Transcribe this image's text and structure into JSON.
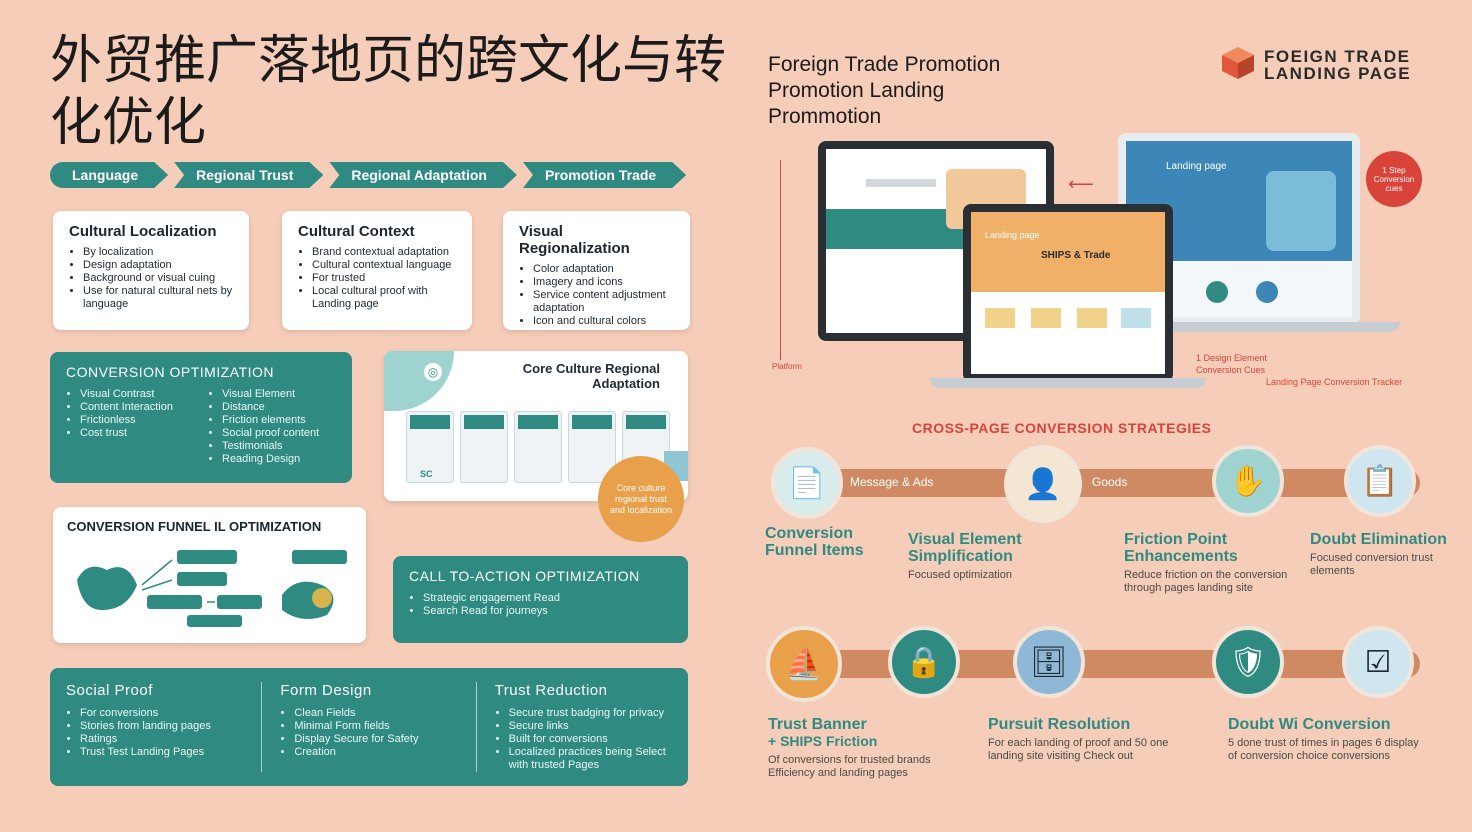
{
  "title": "外贸推广落地页的跨文化与转化优化",
  "steps": [
    "Language",
    "Regional Trust",
    "Regional Adaptation",
    "Promotion Trade"
  ],
  "cards": [
    {
      "title": "Cultural Localization",
      "items": [
        "By localization",
        "Design adaptation",
        "Background or visual cuing",
        "Use for natural cultural nets by language"
      ]
    },
    {
      "title": "Cultural Context",
      "items": [
        "Brand contextual adaptation",
        "Cultural contextual language",
        "For trusted",
        "Local cultural proof with Landing page"
      ]
    },
    {
      "title": "Visual Regionalization",
      "items": [
        "Color adaptation",
        "Imagery and icons",
        "Service content adjustment adaptation",
        "Icon and cultural colors"
      ]
    }
  ],
  "conversion_opt": {
    "title": "CONVERSION OPTIMIZATION",
    "col1": [
      "Visual Contrast",
      "Content Interaction",
      "Frictionless",
      "Cost trust"
    ],
    "col2": [
      "Visual Element",
      "Distance",
      "Friction elements",
      "Social proof content",
      "Testimonials",
      "Reading Design"
    ]
  },
  "core_culture": {
    "title": "Core Culture Regional Adaptation",
    "badge": "Core culture regional trust and localization",
    "mini_label": "SC"
  },
  "funnel": {
    "title": "CONVERSION FUNNEL IL OPTIMIZATION"
  },
  "cta": {
    "title": "CALL TO-ACTION OPTIMIZATION",
    "items": [
      "Strategic engagement Read",
      "Search Read for journeys"
    ]
  },
  "bottom": [
    {
      "title": "Social Proof",
      "items": [
        "For conversions",
        "Stories from landing pages",
        "Ratings",
        "Trust Test Landing Pages"
      ]
    },
    {
      "title": "Form Design",
      "items": [
        "Clean Fields",
        "Minimal Form fields",
        "Display Secure for Safety",
        "Creation"
      ]
    },
    {
      "title": "Trust Reduction",
      "items": [
        "Secure trust badging for privacy",
        "Secure links",
        "Built for conversions",
        "Localized practices being Select with trusted Pages"
      ]
    }
  ],
  "right_title": [
    "Foreign Trade Promotion",
    "Promotion Landing",
    "Prommotion"
  ],
  "logo": {
    "line1": "FOEIGN TRADE",
    "line2": "LANDING PAGE",
    "color": "#e0573a"
  },
  "badge_red": "1 Step Conversion cues",
  "annotations": [
    "1 Design Element",
    "Conversion Cues",
    "Landing Page Conversion Tracker"
  ],
  "annot_left": "Platform",
  "laptop_text": {
    "a": "Landing page",
    "b": "SHIPS & Trade",
    "c": "Landing page"
  },
  "strategies": {
    "title": "CROSS-PAGE CONVERSION STRATEGIES",
    "bar_labels": [
      "Message & Ads",
      "Goods"
    ],
    "row1": [
      {
        "title": "Conversion Funnel Items",
        "desc": ""
      },
      {
        "title": "Visual Element Simplification",
        "desc": "Focused optimization"
      },
      {
        "title": "Friction Point Enhancements",
        "desc": "Reduce friction on the conversion through pages landing site"
      },
      {
        "title": "Doubt Elimination",
        "desc": "Focused conversion trust elements"
      }
    ],
    "row2": [
      {
        "title": "Trust Banner",
        "subtitle": "+ SHIPS Friction",
        "desc": "Of conversions for trusted brands Efficiency and landing pages"
      },
      {
        "title": "Pursuit Resolution",
        "desc": "For each landing of proof and 50 one landing site visiting Check out"
      },
      {
        "title": "Doubt Wi Conversion",
        "desc": "5 done trust of times in pages 6 display of conversion choice conversions"
      }
    ]
  },
  "colors": {
    "teal": "#2f8a82",
    "background": "#f6cdb8",
    "orange": "#e8a04b",
    "red": "#d8443a",
    "rust": "#cf8a63"
  },
  "icons": [
    "document-icon",
    "person-icon",
    "hand-icon",
    "clipboard-icon",
    "boat-icon",
    "lock-icon",
    "server-icon",
    "shield-icon",
    "checklist-icon"
  ]
}
